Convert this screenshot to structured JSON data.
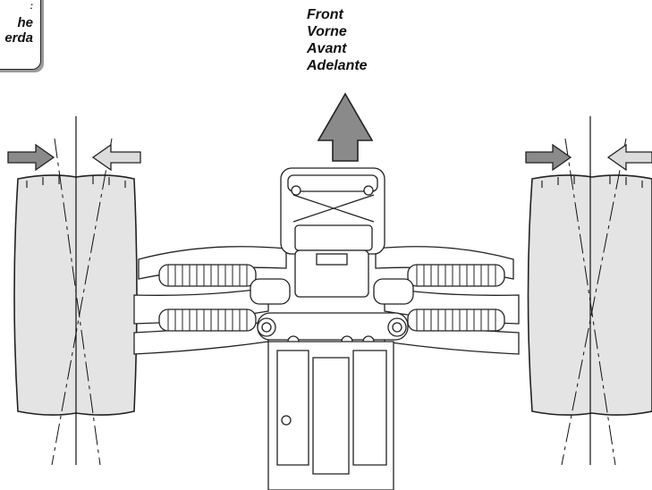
{
  "corner_tab": {
    "lines": [
      ":",
      "he",
      "erda"
    ]
  },
  "direction": {
    "labels": [
      "Front",
      "Vorne",
      "Avant",
      "Adelante"
    ]
  },
  "colors": {
    "tire": "#e4e4e4",
    "arrow_dark": "#8a8a8a",
    "arrow_light": "#dcdcdc",
    "outline": "#222222"
  }
}
